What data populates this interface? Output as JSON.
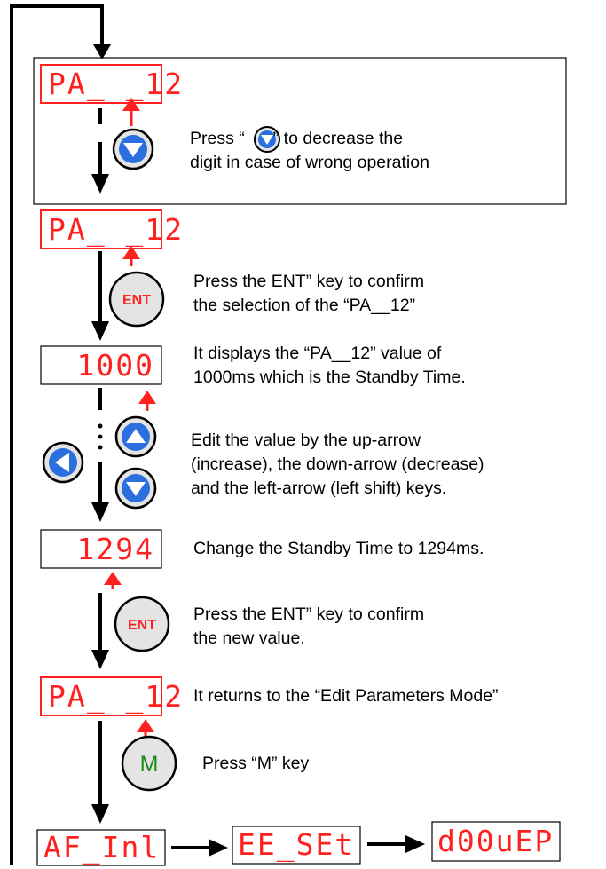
{
  "steps": {
    "s1": {
      "display": "PA_ _12",
      "lines": [
        "Press “",
        "” to decrease the",
        "digit in case of wrong operation"
      ]
    },
    "s2": {
      "display": "PA_ _12",
      "lines": [
        "Press the ENT” key to confirm",
        "the selection of the “PA__12”"
      ]
    },
    "s3": {
      "display": "1000",
      "lines": [
        "It displays the “PA__12” value of",
        "1000ms which is  the Standby Time."
      ]
    },
    "s4": {
      "lines": [
        "Edit the value by the up-arrow",
        "(increase), the down-arrow (decrease)",
        "and the left-arrow (left shift) keys."
      ]
    },
    "s5": {
      "display": "1294",
      "lines": [
        "Change the Standby Time to 1294ms."
      ]
    },
    "s6": {
      "lines": [
        "Press the ENT” key to confirm",
        "the new value."
      ]
    },
    "s7": {
      "display": "PA_ _12",
      "lines": [
        "It returns to the “Edit Parameters Mode”"
      ]
    },
    "s8": {
      "lines": [
        "Press “M” key"
      ]
    }
  },
  "bottom_row": [
    "AF_Inl",
    "EE_SEt",
    "d00uEP"
  ],
  "keys": {
    "ent": "ENT",
    "m": "M"
  },
  "colors": {
    "segment": "#ff2020",
    "key_blue": "#2b6fde",
    "m_green": "#1a8a1a",
    "key_gray": "#e4e4e4"
  }
}
